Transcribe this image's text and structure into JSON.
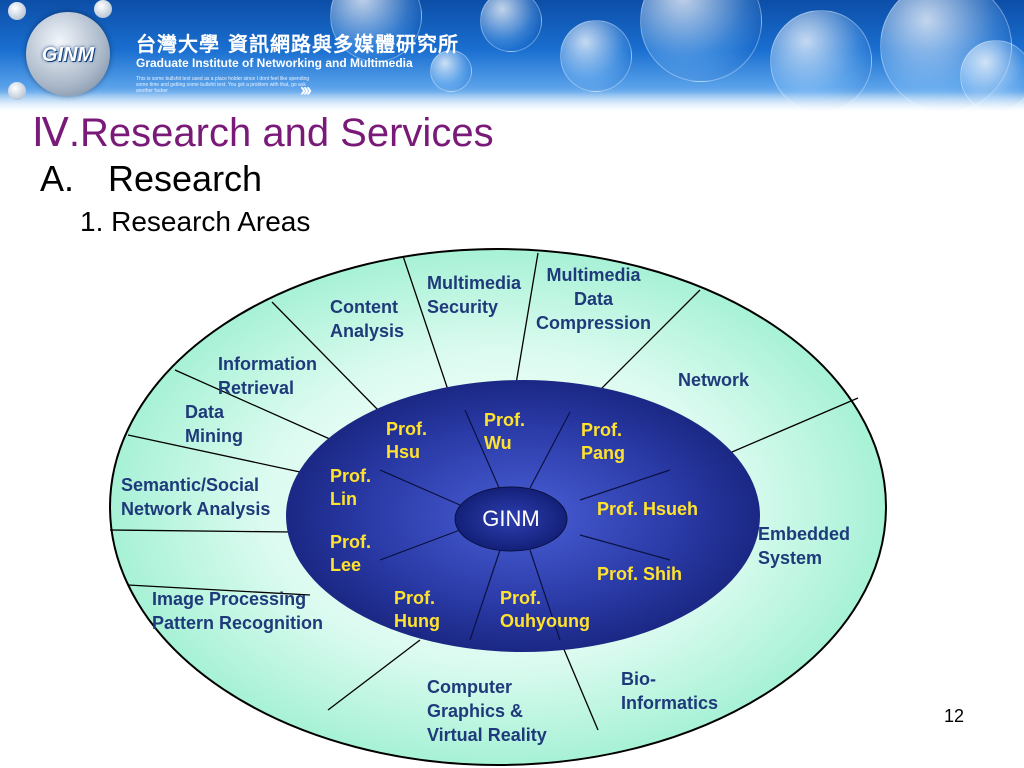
{
  "header": {
    "logo_text": "GINM",
    "institute_zh": "台灣大學 資訊網路與多媒體研究所",
    "institute_en": "Graduate Institute of Networking and Multimedia",
    "tiny_text": "This is some bullshit text used as a place holder since I dont feel like spending some time and getting some bullshit text. You got a problem with that, go ask another fucker"
  },
  "slide": {
    "title": "Ⅳ.Research and Services",
    "section_marker": "A.",
    "section_title": "Research",
    "subsection": "1. Research Areas",
    "page_number": "12"
  },
  "diagram": {
    "center": "GINM",
    "areas": {
      "content_analysis": "Content Analysis",
      "multimedia_security": "Multimedia Security",
      "multimedia_compression": "Multimedia Data Compression",
      "network": "Network",
      "information_retrieval": "Information Retrieval",
      "data_mining": "Data Mining",
      "semantic_social": "Semantic/Social Network Analysis",
      "image_processing": "Image Processing Pattern Recognition",
      "embedded_system": "Embedded System",
      "computer_graphics": "Computer Graphics & Virtual Reality",
      "bio_informatics": "Bio-Informatics"
    },
    "professors": {
      "hsu": "Prof. Hsu",
      "wu": "Prof. Wu",
      "pang": "Prof. Pang",
      "lin": "Prof. Lin",
      "hsueh": "Prof. Hsueh",
      "lee": "Prof. Lee",
      "shih": "Prof. Shih",
      "hung": "Prof. Hung",
      "ouhyoung": "Prof. Ouhyoung"
    },
    "colors": {
      "outer_fill": "#b3f5dc",
      "inner_fill": "#273a9e",
      "area_text": "#1f3a7a",
      "professor_text": "#ffe22e",
      "title_color": "#7a1a78"
    }
  }
}
